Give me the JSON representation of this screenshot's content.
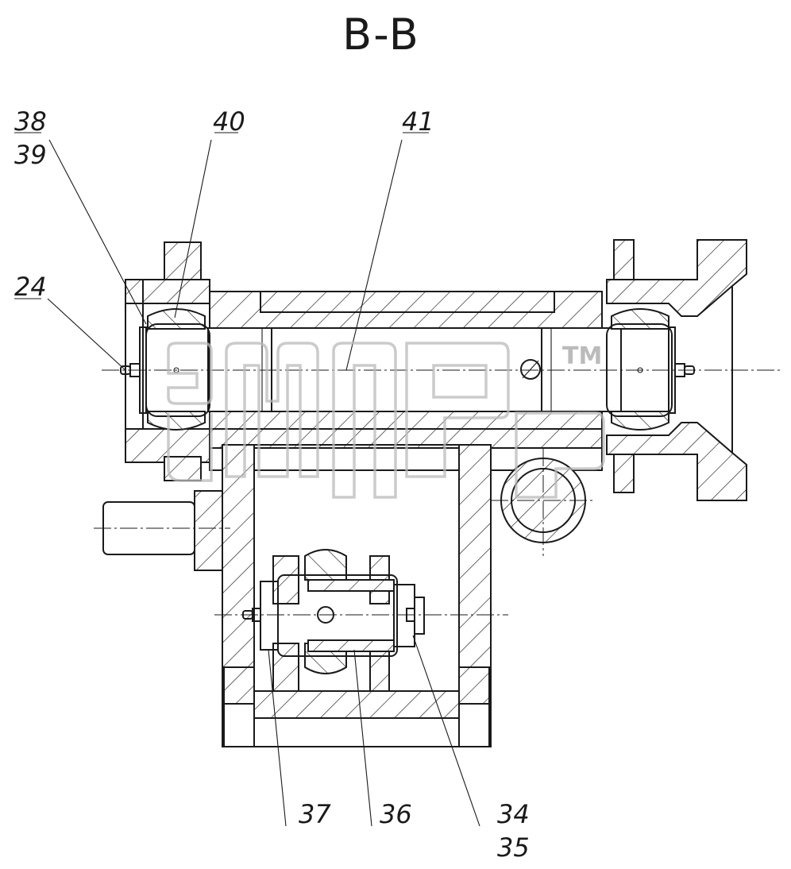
{
  "section_title": "B-B",
  "callouts": {
    "c38": "38",
    "c39": "39",
    "c40": "40",
    "c41": "41",
    "c24": "24",
    "c37": "37",
    "c36": "36",
    "c34": "34",
    "c35": "35"
  },
  "watermark": {
    "mark": "TM"
  }
}
